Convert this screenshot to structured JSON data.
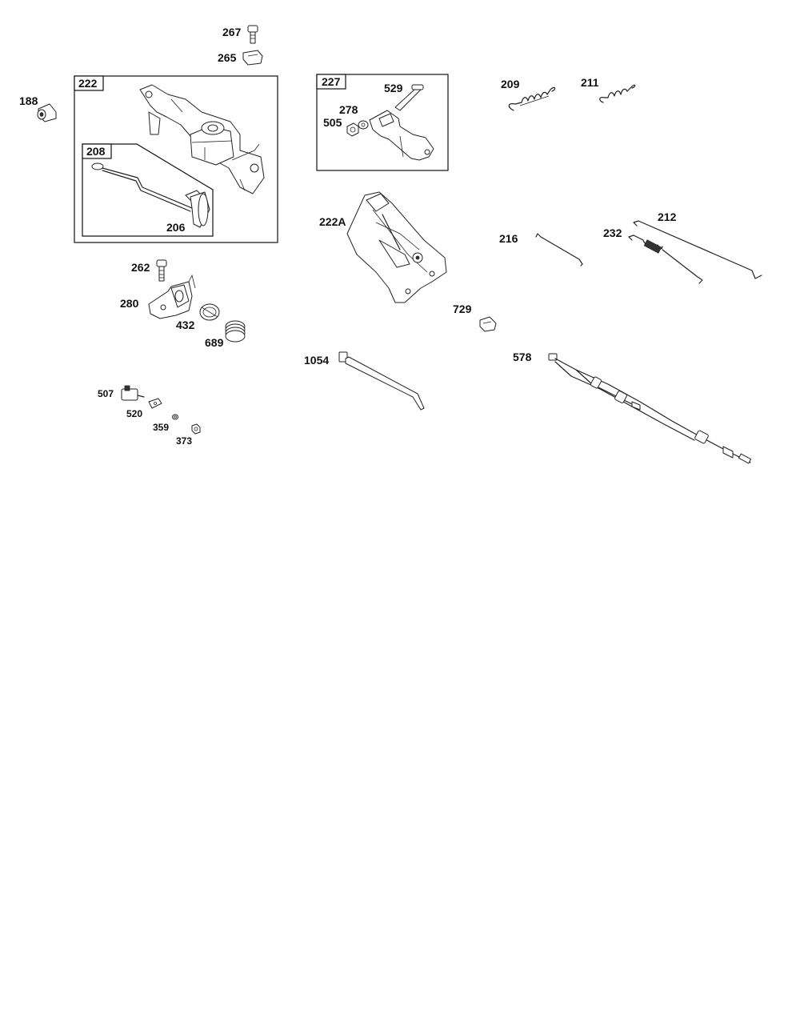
{
  "labels": {
    "p267": "267",
    "p265": "265",
    "p188": "188",
    "p222": "222",
    "p208": "208",
    "p206": "206",
    "p227": "227",
    "p529": "529",
    "p278": "278",
    "p505": "505",
    "p209": "209",
    "p211": "211",
    "p222a": "222A",
    "p216": "216",
    "p212": "212",
    "p232": "232",
    "p262": "262",
    "p280": "280",
    "p432": "432",
    "p689": "689",
    "p729": "729",
    "p1054": "1054",
    "p578": "578",
    "p507": "507",
    "p520": "520",
    "p359": "359",
    "p373": "373"
  }
}
